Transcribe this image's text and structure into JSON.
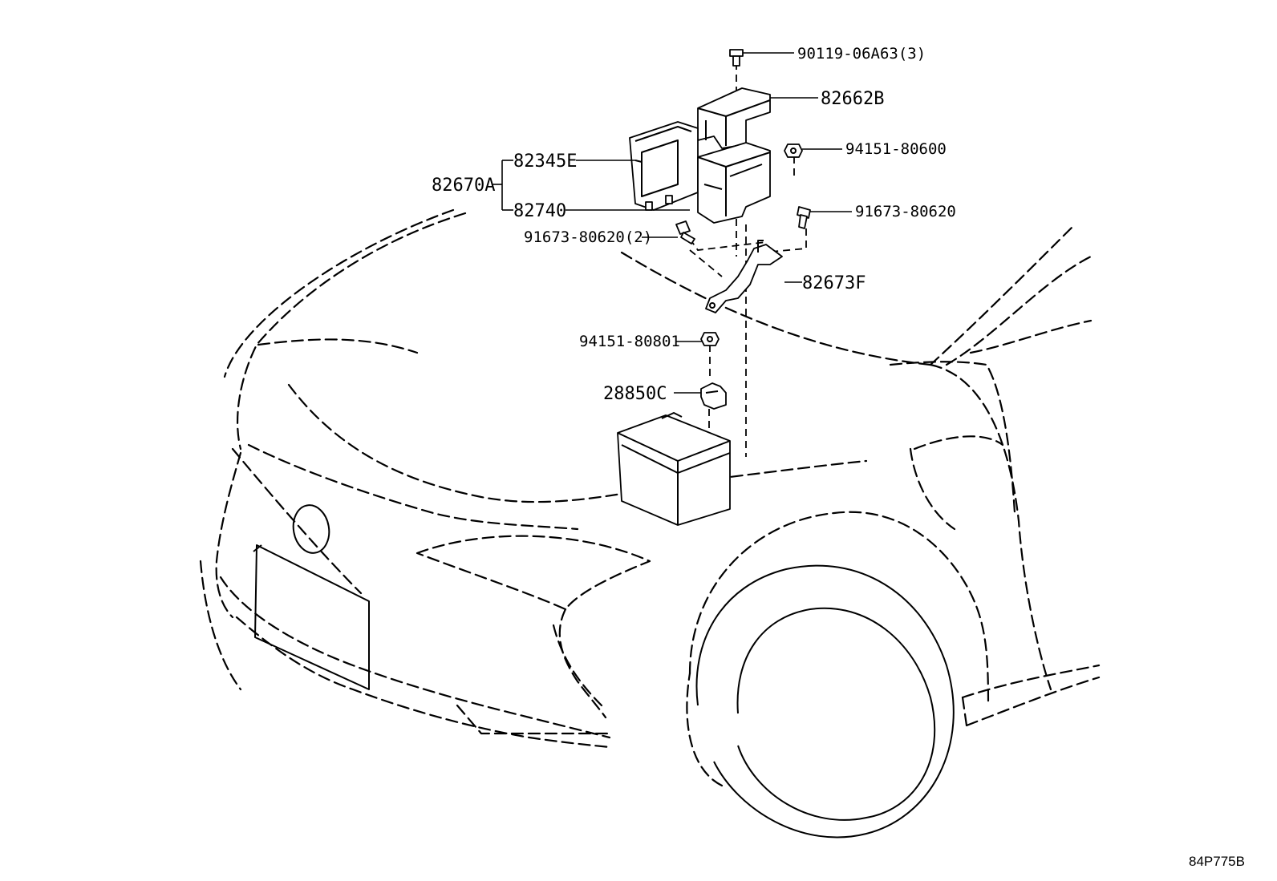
{
  "diagram_code": "84P775B",
  "parts": [
    {
      "id": "p1",
      "label": "90119-06A63(3)"
    },
    {
      "id": "p2",
      "label": "82662B"
    },
    {
      "id": "p3",
      "label": "94151-80600"
    },
    {
      "id": "p4",
      "label": "82345E"
    },
    {
      "id": "p5",
      "label": "82670A"
    },
    {
      "id": "p6",
      "label": "82740"
    },
    {
      "id": "p7",
      "label": "91673-80620"
    },
    {
      "id": "p8",
      "label": "91673-80620(2)"
    },
    {
      "id": "p9",
      "label": "82673F"
    },
    {
      "id": "p10",
      "label": "94151-80801"
    },
    {
      "id": "p11",
      "label": "28850C"
    }
  ]
}
